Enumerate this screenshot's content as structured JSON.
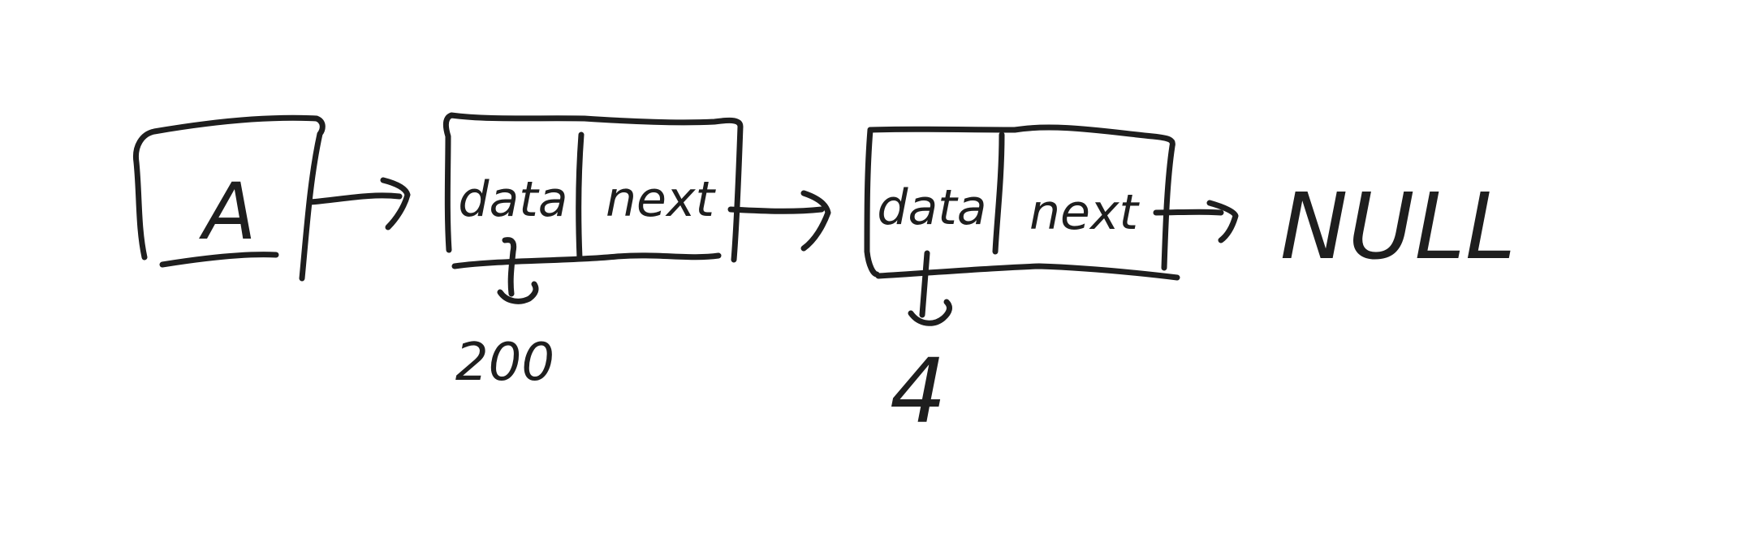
{
  "diagram": {
    "type": "linked-list",
    "stroke_color": "#1e1e1e",
    "background": "#ffffff",
    "head": {
      "label": "A"
    },
    "nodes": [
      {
        "field_data": "data",
        "field_next": "next",
        "value": "200"
      },
      {
        "field_data": "data",
        "field_next": "next",
        "value": "4"
      }
    ],
    "terminal": "NULL"
  }
}
